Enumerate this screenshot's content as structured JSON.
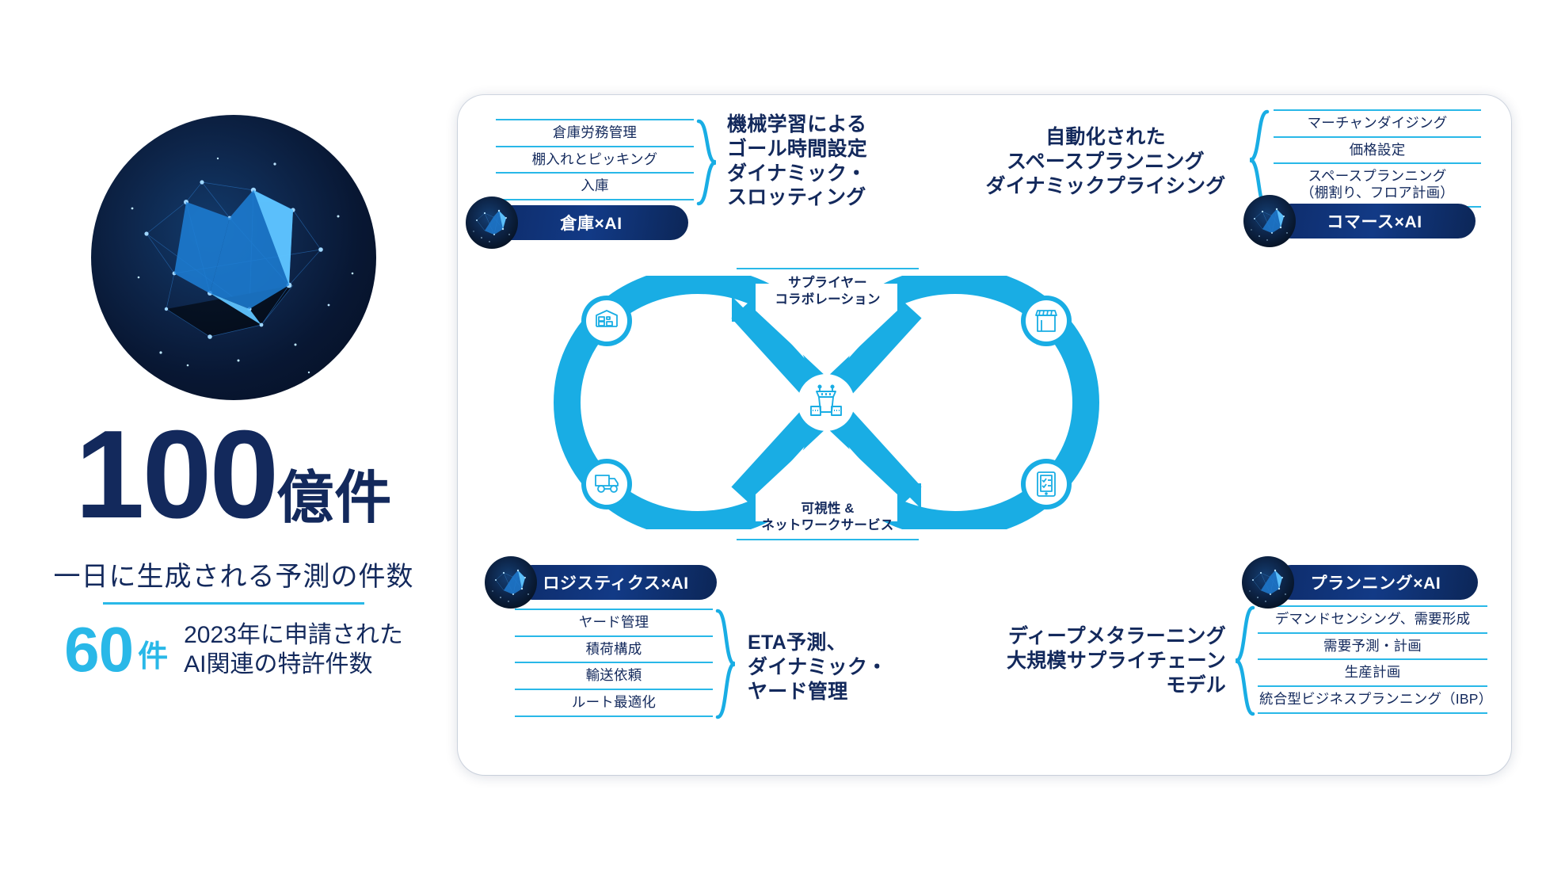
{
  "left_panel": {
    "orb_icon": "ai-brain-network-orb",
    "big_number": "100",
    "big_unit": "億件",
    "caption": "一日に生成される予測の件数",
    "second_number": "60",
    "second_unit": "件",
    "second_desc": "2023年に申請された\nAI関連の特許件数"
  },
  "colors": {
    "navy": "#13295c",
    "cyan": "#29b8e8",
    "loop_blue": "#19ade4",
    "pill_navy": "#0e2c6a"
  },
  "quadrants": {
    "warehouse": {
      "pill_label": "倉庫×AI",
      "orb_icon": "ai-brain-network-orb",
      "headline": "機械学習による\nゴール時間設定\nダイナミック・\nスロッティング",
      "items": [
        "倉庫労務管理",
        "棚入れとピッキング",
        "入庫"
      ]
    },
    "commerce": {
      "pill_label": "コマース×AI",
      "orb_icon": "ai-brain-network-orb",
      "headline": "自動化された\nスペースプランニング\nダイナミックプライシング",
      "items": [
        "マーチャンダイジング",
        "価格設定",
        "スペースプランニング\n（棚割り、フロア計画）"
      ]
    },
    "logistics": {
      "pill_label": "ロジスティクス×AI",
      "orb_icon": "ai-brain-network-orb",
      "headline": "ETA予測、\nダイナミック・\nヤード管理",
      "items": [
        "ヤード管理",
        "積荷構成",
        "輸送依頼",
        "ルート最適化"
      ]
    },
    "planning": {
      "pill_label": "プランニング×AI",
      "orb_icon": "ai-brain-network-orb",
      "headline": "ディープメタラーニング\n大規模サプライチェーン\nモデル",
      "items": [
        "デマンドセンシング、需要形成",
        "需要予測・計画",
        "生産計画",
        "統合型ビジネスプランニング（IBP）"
      ]
    }
  },
  "loop": {
    "label_top": "サプライヤー\nコラボレーション",
    "label_bottom": "可視性 &\nネットワークサービス",
    "nodes": [
      {
        "position": "top-left",
        "icon": "warehouse-icon"
      },
      {
        "position": "top-right",
        "icon": "storefront-icon"
      },
      {
        "position": "bottom-left",
        "icon": "delivery-truck-icon"
      },
      {
        "position": "bottom-right",
        "icon": "checklist-tablet-icon"
      },
      {
        "position": "center",
        "icon": "control-tower-icon"
      }
    ]
  }
}
